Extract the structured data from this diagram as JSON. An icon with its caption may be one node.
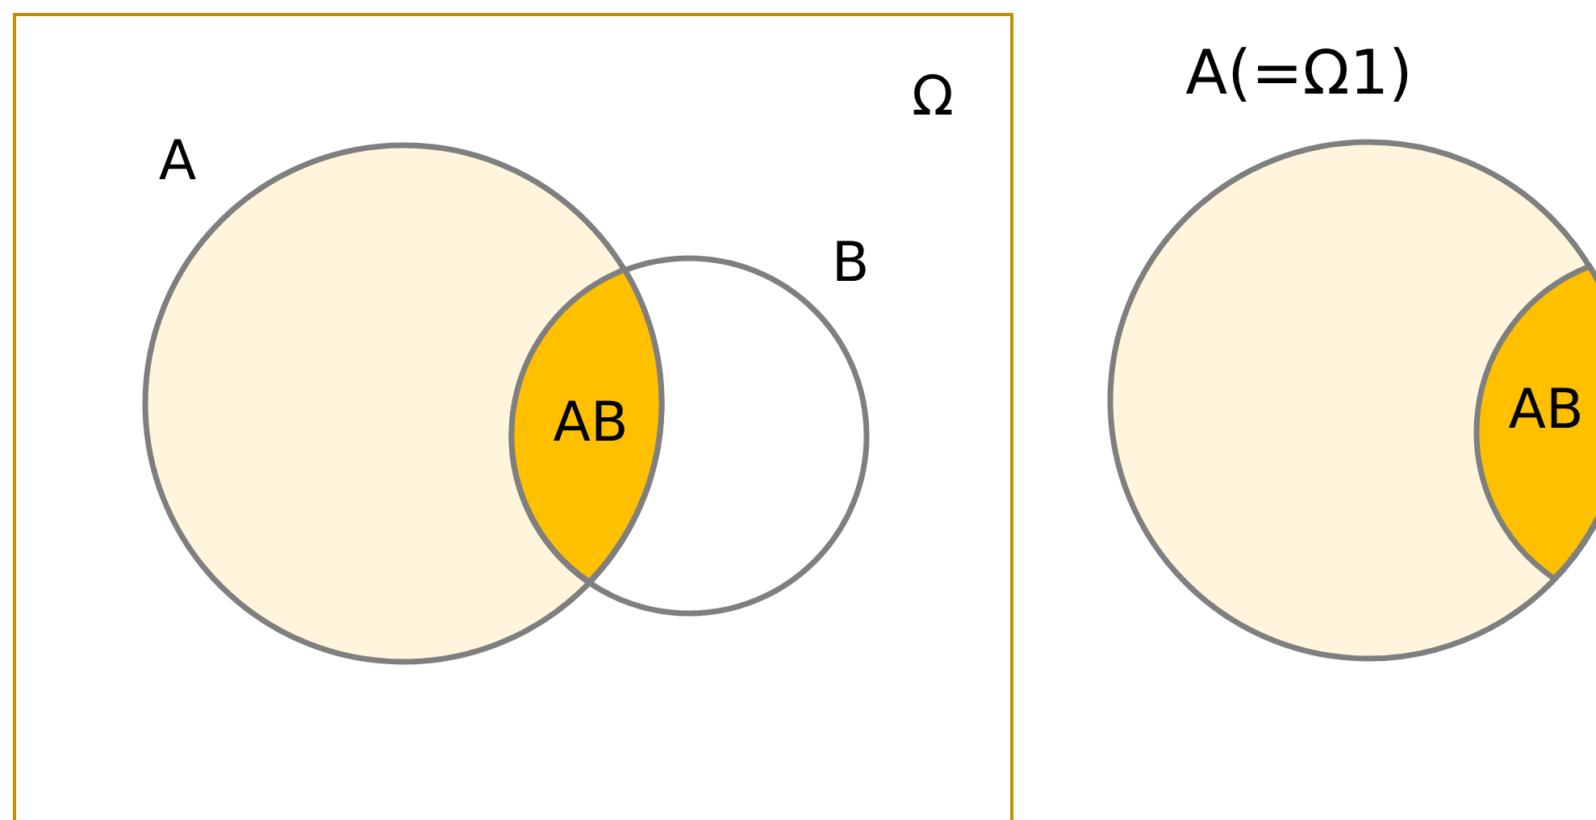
{
  "diagram": {
    "nodes": [
      {
        "text": [
          "Ω"
        ]
      },
      {
        "text": [
          "A"
        ],
        "in": 0
      },
      {
        "text": [
          "B"
        ],
        "in": 0
      },
      {
        "text": [
          "AB"
        ]
      },
      {
        "text": [
          "A(=Ω1)"
        ]
      },
      {
        "text": [
          "AB"
        ],
        "in": 4
      }
    ]
  }
}
